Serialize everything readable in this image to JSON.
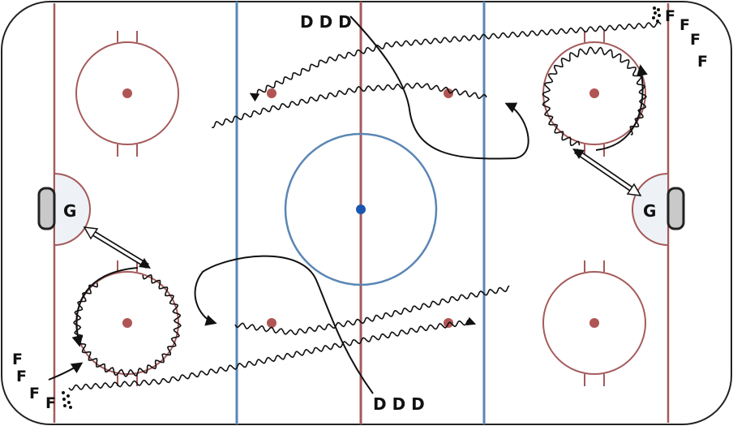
{
  "drill": {
    "defense_top": "D D D",
    "defense_bottom": "D D D",
    "forward_label": "F",
    "goalie_label": "G"
  },
  "colors": {
    "rink_line_red": "#a55a5a",
    "blue_line": "#5b86b5",
    "center_dot": "#1a56b0",
    "faceoff_dot": "#b05555",
    "crease_fill": "#eef2f7",
    "net_fill": "#c9c9c9",
    "skate_path": "#111111"
  }
}
